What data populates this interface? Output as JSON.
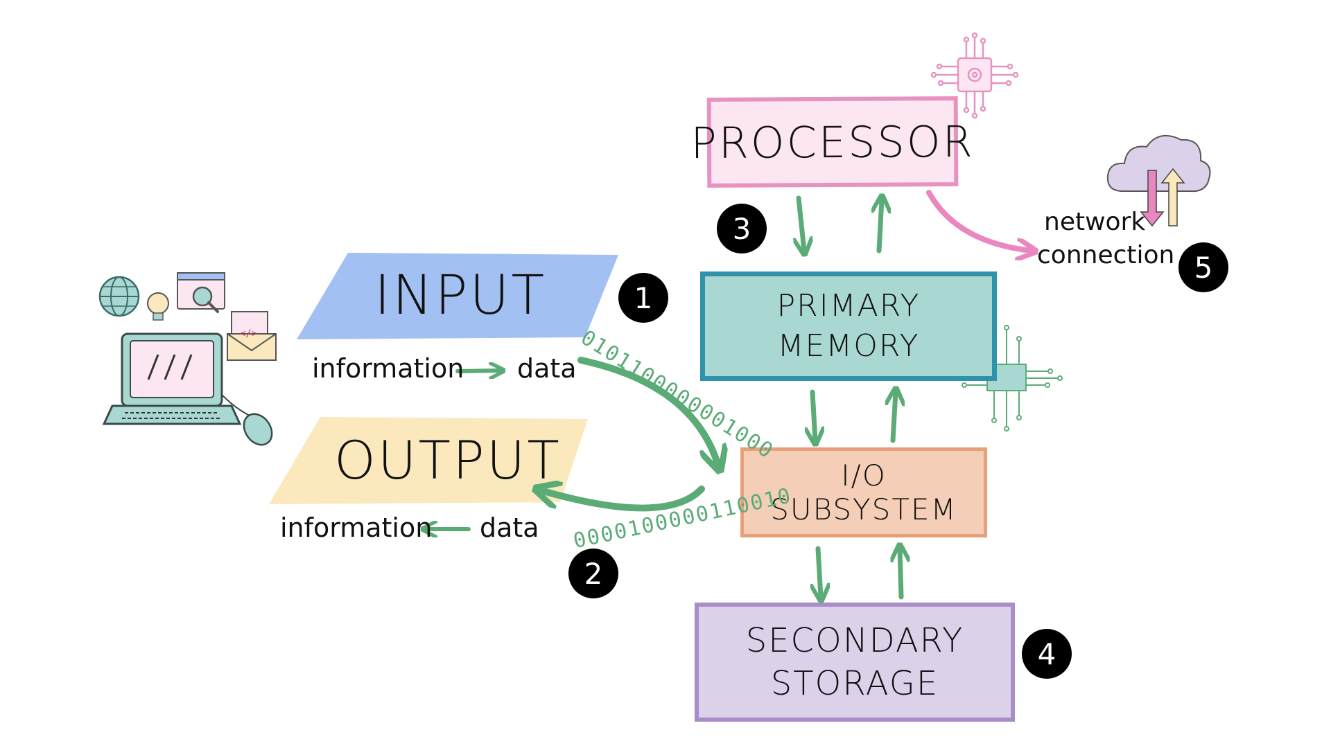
{
  "boxes": {
    "processor": "PROCESSOR",
    "primary_memory": [
      "PRIMARY",
      "MEMORY"
    ],
    "io_subsystem": "I/O SUBSYSTEM",
    "secondary_storage": [
      "SECONDARY",
      "STORAGE"
    ]
  },
  "input": {
    "title": "INPUT",
    "from": "information",
    "to": "data",
    "binary": "0101100000001000"
  },
  "output": {
    "title": "OUTPUT",
    "from": "data",
    "to": "information",
    "binary": "0000100000110010"
  },
  "network": {
    "line1": "network",
    "line2": "connection"
  },
  "badges": [
    "1",
    "2",
    "3",
    "4",
    "5"
  ],
  "colors": {
    "green_arrow": "#5bab77",
    "pink_arrow": "#eb87c0",
    "input_fill": "#a3c0f2",
    "output_fill": "#fbe9bd",
    "processor_fill": "#fbe6f1",
    "primary_fill": "#a8d8d1",
    "io_fill": "#f4ceb6",
    "secondary_fill": "#dbd2ea"
  },
  "icons": [
    "laptop-icon",
    "globe-icon",
    "lightbulb-icon",
    "search-window-icon",
    "email-code-icon",
    "mouse-icon",
    "cpu-chip-icon",
    "circuit-chip-icon",
    "cloud-transfer-icon"
  ]
}
